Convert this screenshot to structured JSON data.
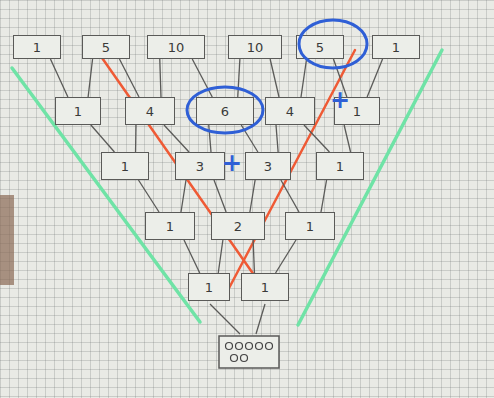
{
  "diagram": {
    "nodes": [
      {
        "text": [
          "1"
        ]
      },
      {
        "text": [
          "5"
        ]
      },
      {
        "text": [
          "10"
        ]
      },
      {
        "text": [
          "10"
        ]
      },
      {
        "text": [
          "5"
        ]
      },
      {
        "text": [
          "1"
        ]
      },
      {
        "text": [
          "1"
        ]
      },
      {
        "text": [
          "4"
        ]
      },
      {
        "text": [
          "6"
        ]
      },
      {
        "text": [
          "4"
        ]
      },
      {
        "text": [
          "1"
        ]
      },
      {
        "text": [
          "1"
        ]
      },
      {
        "text": [
          "3"
        ]
      },
      {
        "text": [
          "3"
        ]
      },
      {
        "text": [
          "1"
        ]
      },
      {
        "text": [
          "1"
        ]
      },
      {
        "text": [
          "2"
        ]
      },
      {
        "text": [
          "1"
        ]
      },
      {
        "text": [
          "1"
        ]
      },
      {
        "text": [
          "1"
        ]
      }
    ],
    "edges": [
      {
        "from": 0,
        "to": 6,
        "arrow": "none"
      },
      {
        "from": 1,
        "to": 6,
        "arrow": "none"
      },
      {
        "from": 1,
        "to": 7,
        "arrow": "none"
      },
      {
        "from": 2,
        "to": 7,
        "arrow": "none"
      },
      {
        "from": 2,
        "to": 8,
        "arrow": "none"
      },
      {
        "from": 3,
        "to": 8,
        "arrow": "none"
      },
      {
        "from": 3,
        "to": 9,
        "arrow": "none"
      },
      {
        "from": 4,
        "to": 9,
        "arrow": "none"
      },
      {
        "from": 4,
        "to": 10,
        "arrow": "none"
      },
      {
        "from": 5,
        "to": 10,
        "arrow": "none"
      },
      {
        "from": 6,
        "to": 11,
        "arrow": "none"
      },
      {
        "from": 7,
        "to": 11,
        "arrow": "none"
      },
      {
        "from": 7,
        "to": 12,
        "arrow": "none"
      },
      {
        "from": 8,
        "to": 12,
        "arrow": "none"
      },
      {
        "from": 8,
        "to": 13,
        "arrow": "none"
      },
      {
        "from": 9,
        "to": 13,
        "arrow": "none"
      },
      {
        "from": 9,
        "to": 14,
        "arrow": "none"
      },
      {
        "from": 10,
        "to": 14,
        "arrow": "none"
      },
      {
        "from": 11,
        "to": 15,
        "arrow": "none"
      },
      {
        "from": 12,
        "to": 15,
        "arrow": "none"
      },
      {
        "from": 12,
        "to": 16,
        "arrow": "none"
      },
      {
        "from": 13,
        "to": 16,
        "arrow": "none"
      },
      {
        "from": 13,
        "to": 17,
        "arrow": "none"
      },
      {
        "from": 14,
        "to": 17,
        "arrow": "none"
      },
      {
        "from": 15,
        "to": 18,
        "arrow": "none"
      },
      {
        "from": 16,
        "to": 18,
        "arrow": "none"
      },
      {
        "from": 16,
        "to": 19,
        "arrow": "none"
      },
      {
        "from": 17,
        "to": 19,
        "arrow": "none"
      }
    ],
    "labels": [
      "+",
      "+"
    ]
  }
}
